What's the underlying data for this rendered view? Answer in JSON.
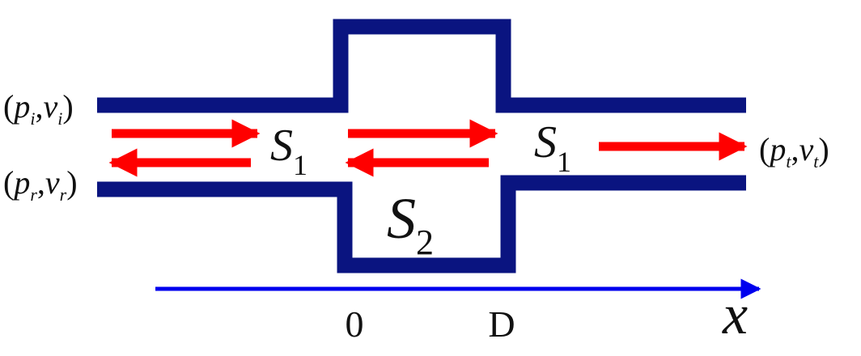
{
  "colors": {
    "pipe": "#0a1480",
    "wave_arrow": "#ff0000",
    "axis": "#0000ee",
    "text": "#111111"
  },
  "labels": {
    "incident": {
      "p": "p",
      "p_sub": "i",
      "v": "v",
      "v_sub": "i"
    },
    "reflected": {
      "p": "p",
      "p_sub": "r",
      "v": "v",
      "v_sub": "r"
    },
    "transmitted": {
      "p": "p",
      "p_sub": "t",
      "v": "v",
      "v_sub": "t"
    },
    "section_left": {
      "main": "S",
      "sub": "1"
    },
    "section_right": {
      "main": "S",
      "sub": "1"
    },
    "section_mid": {
      "main": "S",
      "sub": "2"
    },
    "tick_start": "0",
    "tick_end": "D",
    "axis_label": "x"
  }
}
